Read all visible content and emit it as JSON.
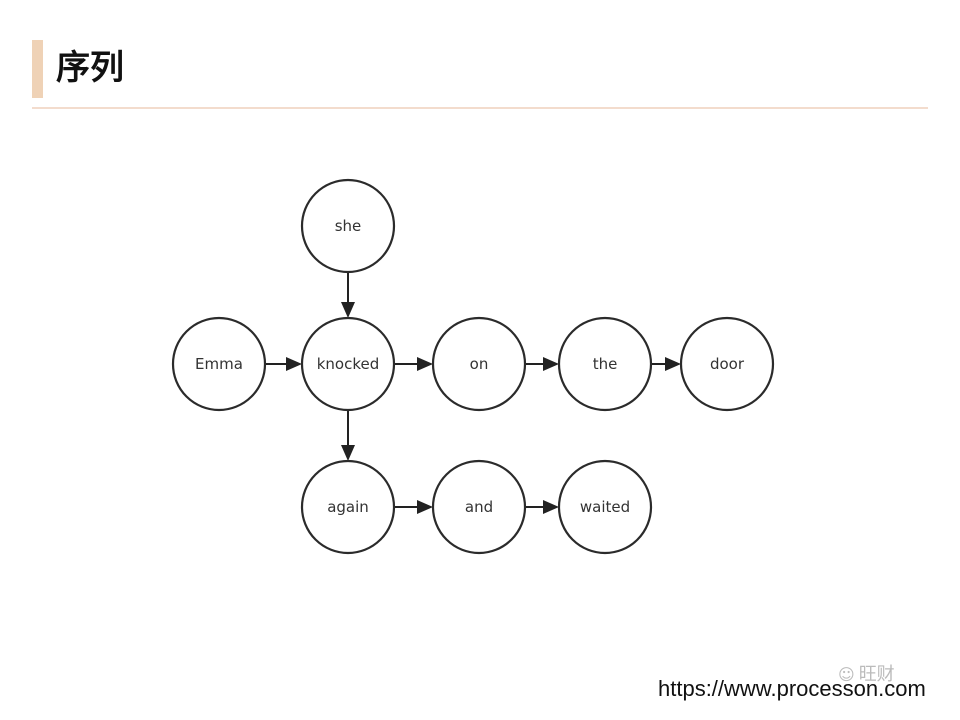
{
  "slide": {
    "title": "序列",
    "footer_url": "https://www.processon.com",
    "watermark": {
      "text": "旺财",
      "icon": "wechat-icon"
    }
  },
  "diagram": {
    "nodes": [
      {
        "id": "she",
        "label": "she"
      },
      {
        "id": "emma",
        "label": "Emma"
      },
      {
        "id": "knocked",
        "label": "knocked"
      },
      {
        "id": "on",
        "label": "on"
      },
      {
        "id": "the",
        "label": "the"
      },
      {
        "id": "door",
        "label": "door"
      },
      {
        "id": "again",
        "label": "again"
      },
      {
        "id": "and",
        "label": "and"
      },
      {
        "id": "waited",
        "label": "waited"
      }
    ],
    "edges": [
      {
        "from": "she",
        "to": "knocked"
      },
      {
        "from": "emma",
        "to": "knocked"
      },
      {
        "from": "knocked",
        "to": "on"
      },
      {
        "from": "on",
        "to": "the"
      },
      {
        "from": "the",
        "to": "door"
      },
      {
        "from": "knocked",
        "to": "again"
      },
      {
        "from": "again",
        "to": "and"
      },
      {
        "from": "and",
        "to": "waited"
      }
    ]
  }
}
